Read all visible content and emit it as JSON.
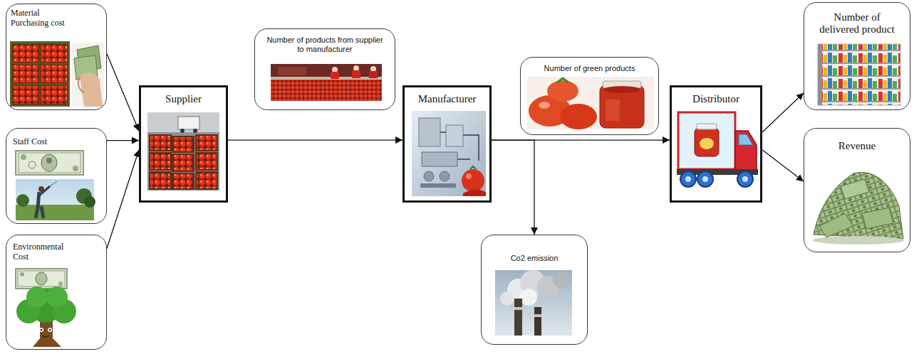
{
  "diagram": {
    "nodes": [
      {
        "text": [
          "Material Purchasing cost"
        ]
      },
      {
        "text": [
          "Staff Cost"
        ]
      },
      {
        "text": [
          "Environmental Cost"
        ]
      },
      {
        "text": [
          "Supplier"
        ]
      },
      {
        "text": [
          "Number of products from supplier to manufacturer"
        ]
      },
      {
        "text": [
          "Manufacturer"
        ]
      },
      {
        "text": [
          "Number of green products"
        ]
      },
      {
        "text": [
          "Co2 emission"
        ]
      },
      {
        "text": [
          "Distributor"
        ]
      },
      {
        "text": [
          "Number of delivered product"
        ]
      },
      {
        "text": [
          "Revenue"
        ]
      }
    ],
    "edges": [
      {
        "from": 0,
        "to": 3,
        "arrow": "to"
      },
      {
        "from": 1,
        "to": 3,
        "arrow": "to"
      },
      {
        "from": 2,
        "to": 3,
        "arrow": "to"
      },
      {
        "from": 3,
        "to": 5,
        "arrow": "to"
      },
      {
        "from": 5,
        "to": 8,
        "arrow": "to"
      },
      {
        "from": 5,
        "to": 7,
        "arrow": "to"
      },
      {
        "from": 8,
        "to": 9,
        "arrow": "to"
      },
      {
        "from": 8,
        "to": 10,
        "arrow": "to"
      }
    ]
  }
}
